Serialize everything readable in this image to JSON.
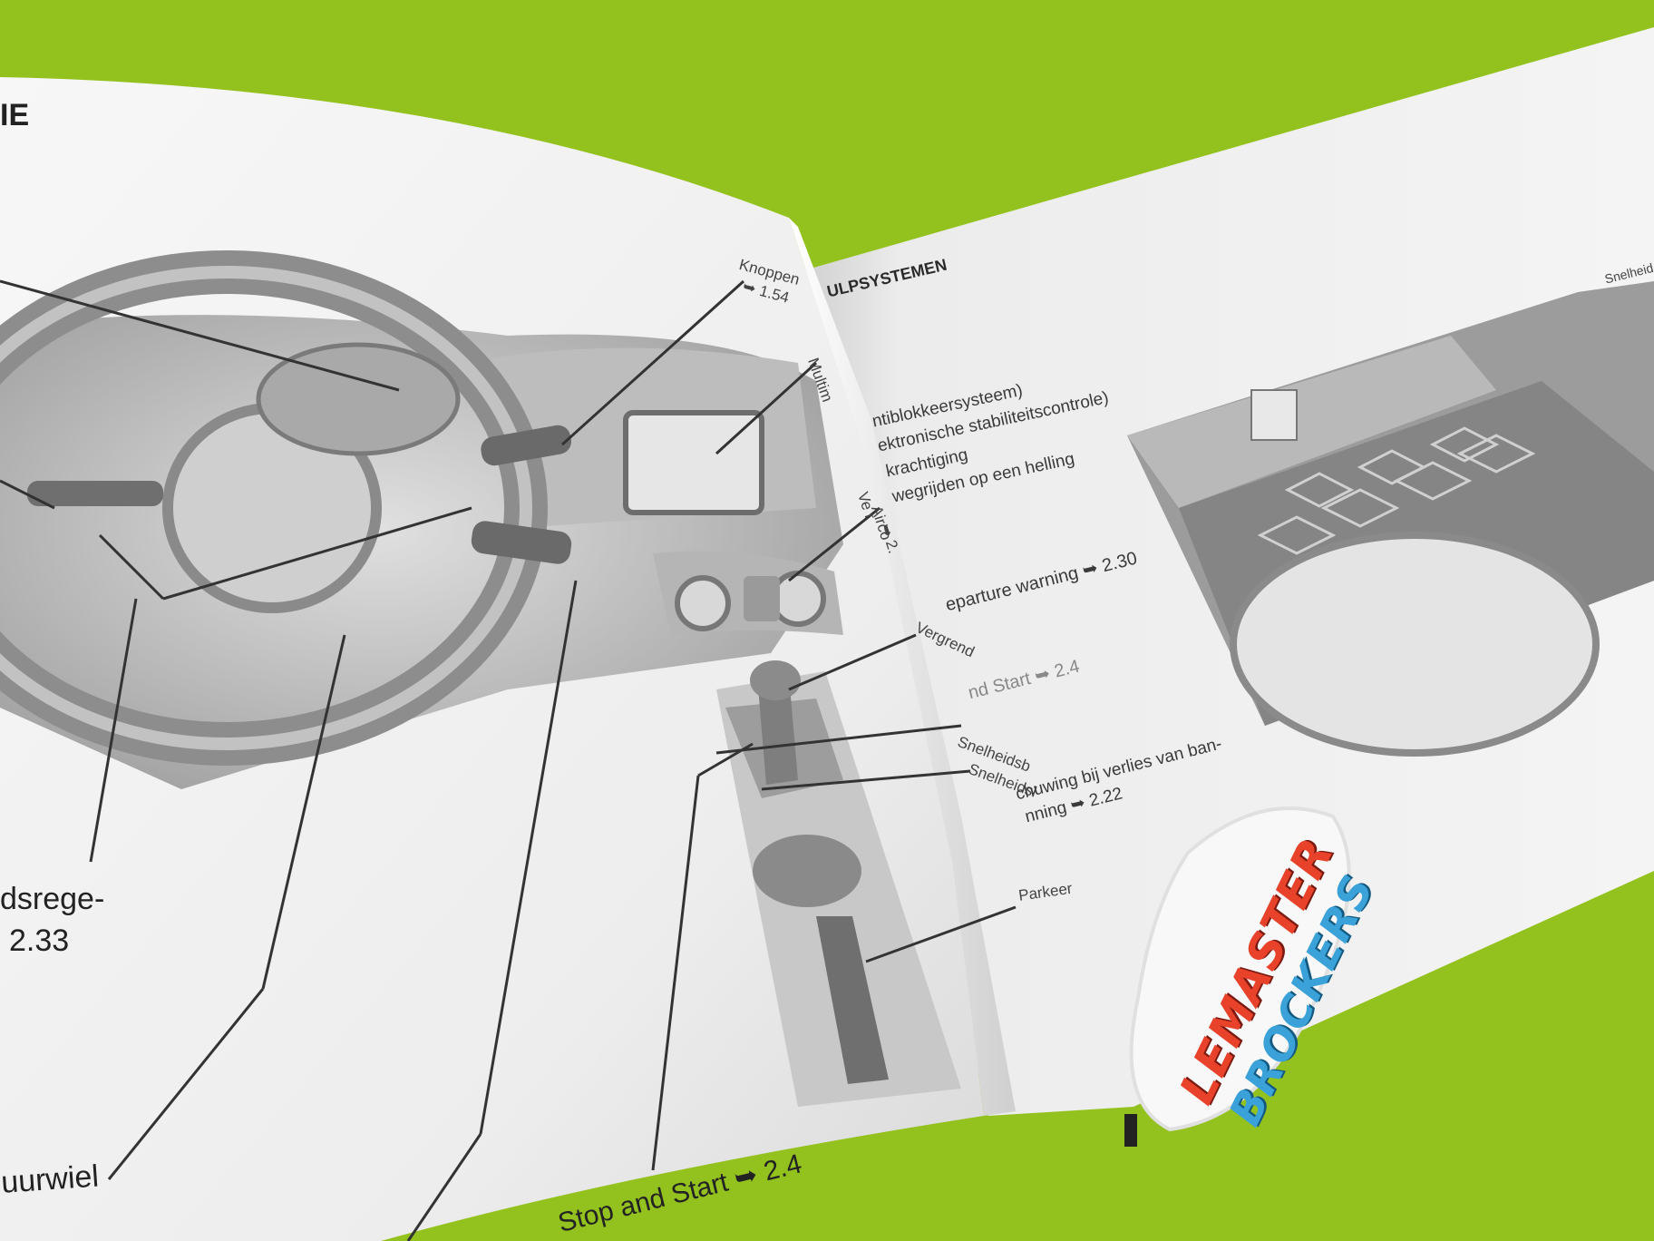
{
  "left_page": {
    "heading": "IE",
    "labels": {
      "knoppen": "Knoppen",
      "knoppen_ref": "➥ 1.54",
      "multimedia": "Multim",
      "verwarming": "Ve r",
      "airco": "Airco",
      "airco_ref": "➥ 2.",
      "vergrendeling": "Vergrend",
      "snelheid1": "Snelheidsb",
      "snelheid2": "Snelheidsl",
      "parkeer": "Parkeer",
      "snelheidsregel": "dsrege-",
      "snelheidsregel_ref": "2.33",
      "stuurwiel": "uurwiel",
      "stop_start": "Stop and Start ➥ 2.4"
    }
  },
  "right_page": {
    "heading": "ULPSYSTEMEN",
    "list": [
      "ntiblokkeersysteem)",
      "ektronische stabiliteitscontrole)",
      "krachtiging",
      "wegrijden op een helling",
      "eparture warning ➥ 2.30",
      "nd Start ➥ 2.4",
      "chuwing bij verlies van ban-",
      "nning ➥ 2.22"
    ],
    "side_label": "Snelheid"
  },
  "sticker": {
    "line1": "LEMASTER",
    "line2": "BROCKERS",
    "colors": {
      "line1": "#e8432a",
      "line2": "#3aa2d8"
    }
  },
  "colors": {
    "background": "#93c21f",
    "page": "#f2f2f2",
    "ink": "#2a2a2a"
  }
}
